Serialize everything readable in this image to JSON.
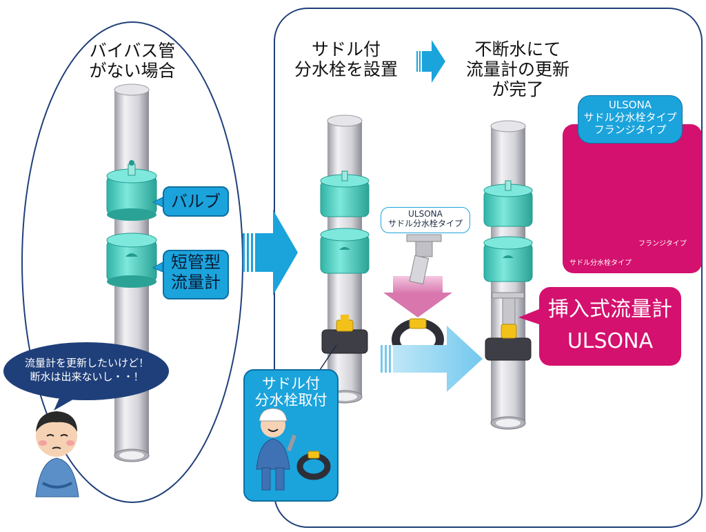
{
  "left_panel": {
    "heading": "バイバス管\nがない場合",
    "valve_label": "バルブ",
    "meter_label": "短管型\n流量計",
    "speech": "流量計を更新したいけど！\n断水は出来ないし・・！"
  },
  "right_panel": {
    "step1_heading": "サドル付\n分水栓を設置",
    "step2_heading": "不断水にて\n流量計の更新\nが完了",
    "saddle_type_tag": "ULSONA\nサドル分水栓タイプ",
    "install_label": "サドル付\n分水栓取付",
    "insertion_meter_label": "挿入式流量計\nULSONA",
    "types_box": {
      "title": "ULSONA\nサドル分水栓タイプ\nフランジタイプ",
      "flange_label": "フランジタイプ",
      "saddle_label": "サドル分水栓タイプ"
    }
  },
  "colors": {
    "accent_blue": "#1ba3dc",
    "magenta": "#d4116e",
    "navy": "#1f3f7a",
    "teal_valve": "#4fd6c8",
    "pipe": "#c9c9cf"
  }
}
